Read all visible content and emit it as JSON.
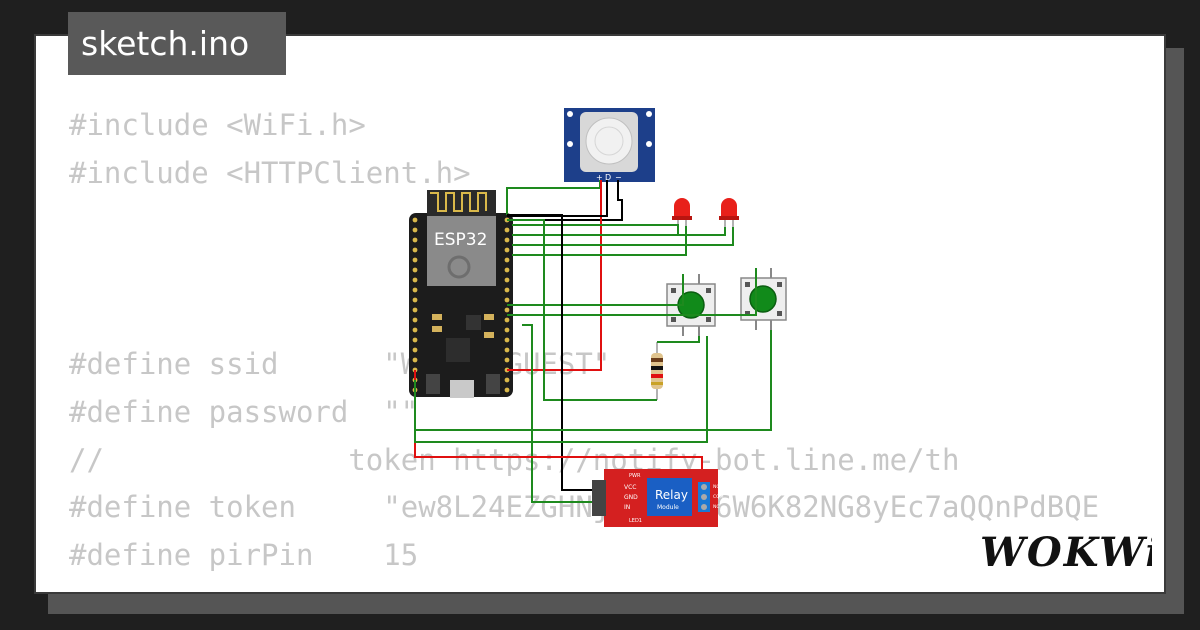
{
  "tab": {
    "filename": "sketch.ino"
  },
  "code": {
    "lines": [
      "#include <WiFi.h>",
      "#include <HTTPClient.h>",
      "",
      "",
      "",
      "#define ssid      \"Wokwi-GUEST\"",
      "#define password  \"\"",
      "//              token https://notify-bot.line.me/th",
      "#define token     \"ew8L24EZGHNjcRL98H6W6K82NG8yEc7aQQnPdBQE",
      "#define pirPin    15"
    ]
  },
  "circuit": {
    "esp32_label": "ESP32",
    "pir_pins": [
      "+",
      "D",
      "−"
    ],
    "relay_label": "Relay",
    "relay_sublabel": "Module",
    "relay_pins": [
      "VCC",
      "GND",
      "IN"
    ],
    "relay_leds": [
      "PWR",
      "LED1"
    ],
    "relay_terminals": [
      "NO",
      "COM",
      "NC"
    ],
    "wire_colors": {
      "green": "#1e8a1e",
      "red": "#e01010",
      "black": "#000000"
    }
  },
  "brand": {
    "name": "WOKWi"
  }
}
